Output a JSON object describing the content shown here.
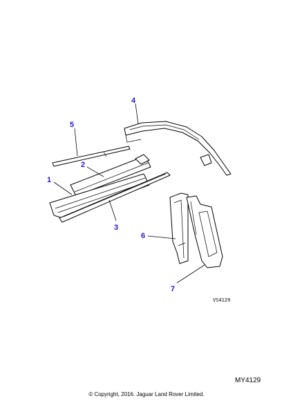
{
  "diagram": {
    "callouts": {
      "c1": "1",
      "c2": "2",
      "c3": "3",
      "c4": "4",
      "c5": "5",
      "c6": "6",
      "c7": "7"
    },
    "drawing_code": "VS4129",
    "reference": "MY4129",
    "copyright": "© Copyright, 2016. Jaguar Land Rover Limited."
  }
}
